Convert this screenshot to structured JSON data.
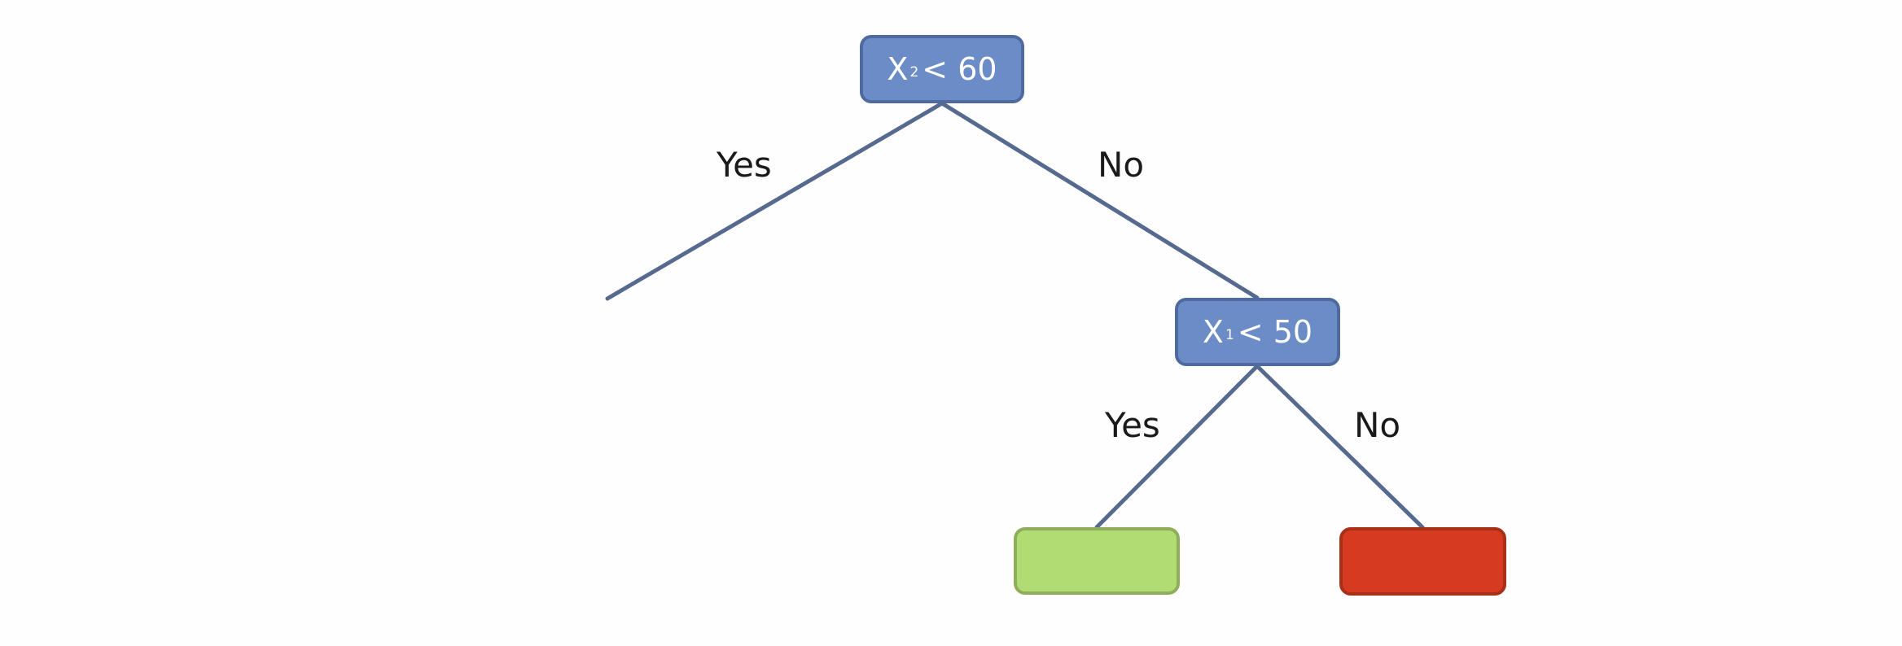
{
  "nodes": {
    "root": {
      "var": "X",
      "sub": "2",
      "cond": "< 60"
    },
    "x1_split": {
      "var": "X",
      "sub": "1",
      "cond": "< 50"
    }
  },
  "edge_labels": {
    "root_yes": "Yes",
    "root_no": "No",
    "x1_yes": "Yes",
    "x1_no": "No"
  },
  "colors": {
    "split_node_fill": "#6b8cc7",
    "split_node_border": "#4f6a9f",
    "edge_line": "#56698f",
    "leaf_green": "#b1dc74",
    "leaf_red": "#d63a21"
  }
}
